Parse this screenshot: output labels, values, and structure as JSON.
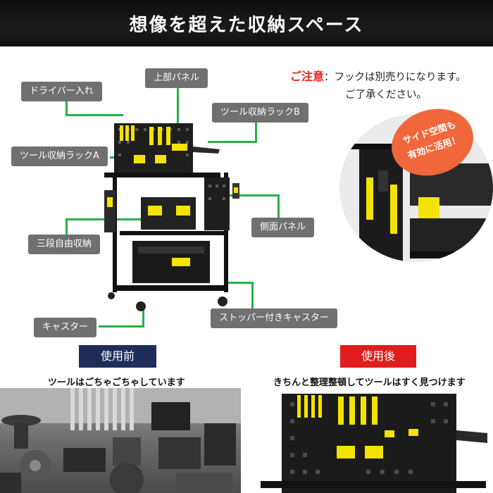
{
  "header": {
    "title": "想像を超えた収納スペース"
  },
  "notice": {
    "label": "ご注意",
    "colon": "：",
    "line1": "フックは別売りになります。",
    "line2": "ご了承ください。"
  },
  "callouts": {
    "driver": "ドライバー入れ",
    "top_panel": "上部パネル",
    "rack_b": "ツール収納ラックB",
    "rack_a": "ツール収納ラックA",
    "side_panel": "側面パネル",
    "shelves": "三段自由収納",
    "caster": "キャスター",
    "stopper_caster": "ストッパー付きキャスター"
  },
  "badge": {
    "line1": "サイド空間も",
    "line2": "有効に活用！"
  },
  "comparison": {
    "before_label": "使用前",
    "before_caption": "ツールはごちゃごちゃしています",
    "after_label": "使用後",
    "after_caption": "きちんと整理整頓してツールはすく見つけます"
  },
  "colors": {
    "accent_green": "#27b04b",
    "notice_red": "#e02b20",
    "badge_orange": "#f0673b",
    "before_navy": "#1f2d5a",
    "after_red": "#e01d1d",
    "tool_yellow": "#f2e300"
  }
}
